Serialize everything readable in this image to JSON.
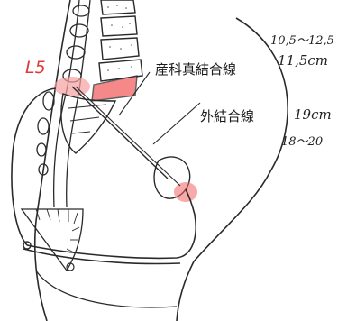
{
  "labels": {
    "vertebra": "L5",
    "conjugata_vera": "産科真結合線",
    "external_conjugate": "外結合線",
    "conjugata_range": "10,5〜12,5",
    "conjugata_value": "11,5cm",
    "external_value": "19cm",
    "external_range": "18〜20"
  },
  "colors": {
    "line": "#2a2a2a",
    "highlight": "#f26262",
    "highlight_soft": "#f7a0a0",
    "label_red": "#e0393b"
  }
}
